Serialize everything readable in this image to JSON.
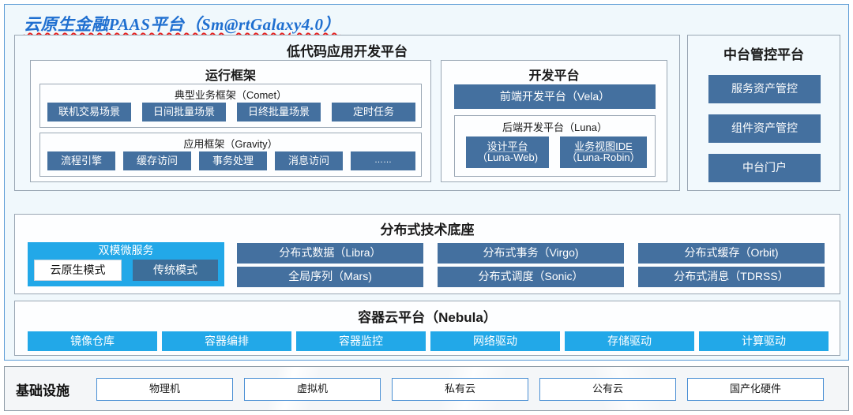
{
  "title": "云原生金融PAAS平台（Sm@rtGalaxy4.0）",
  "colors": {
    "accent_blue": "#44709f",
    "cyan": "#22a8e8",
    "steel": "#3d6e99",
    "frame_blue": "#5b9bd5",
    "title_blue": "#1f6fd0",
    "spellcheck_red": "#e8201f"
  },
  "lowcode": {
    "title": "低代码应用开发平台",
    "runtime": {
      "title": "运行框架",
      "comet": {
        "title": "典型业务框架（Comet）",
        "items": [
          {
            "label": "联机交易场景"
          },
          {
            "label": "日间批量场景"
          },
          {
            "label": "日终批量场景"
          },
          {
            "label": "定时任务"
          }
        ]
      },
      "gravity": {
        "title": "应用框架（Gravity）",
        "items": [
          {
            "label": "流程引擎"
          },
          {
            "label": "缓存访问"
          },
          {
            "label": "事务处理"
          },
          {
            "label": "消息访问"
          },
          {
            "label": "……"
          }
        ]
      }
    },
    "devplatform": {
      "title": "开发平台",
      "frontend": {
        "label": "前端开发平台（Vela）"
      },
      "backend": {
        "title": "后端开发平台（Luna）",
        "items": [
          {
            "line1": "设计平台",
            "line2": "（Luna-Web)"
          },
          {
            "line1": "业务视图IDE",
            "line2": "（Luna-Robin）"
          }
        ]
      }
    }
  },
  "midplatform": {
    "title": "中台管控平台",
    "items": [
      {
        "label": "服务资产管控"
      },
      {
        "label": "组件资产管控"
      },
      {
        "label": "中台门户"
      }
    ]
  },
  "distributed": {
    "title": "分布式技术底座",
    "dualmode": {
      "title": "双模微服务",
      "items": [
        {
          "label": "云原生模式",
          "style": "white"
        },
        {
          "label": "传统模式",
          "style": "steel"
        }
      ]
    },
    "grid": [
      {
        "label": "分布式数据（Libra）"
      },
      {
        "label": "分布式事务（Virgo)"
      },
      {
        "label": "分布式缓存（Orbit)"
      },
      {
        "label": "全局序列（Mars)"
      },
      {
        "label": "分布式调度（Sonic）"
      },
      {
        "label": "分布式消息（TDRSS）"
      }
    ]
  },
  "container": {
    "title": "容器云平台（Nebula）",
    "items": [
      {
        "label": "镜像仓库"
      },
      {
        "label": "容器编排"
      },
      {
        "label": "容器监控"
      },
      {
        "label": "网络驱动"
      },
      {
        "label": "存储驱动"
      },
      {
        "label": "计算驱动"
      }
    ]
  },
  "infrastructure": {
    "label": "基础设施",
    "items": [
      {
        "label": "物理机"
      },
      {
        "label": "虚拟机"
      },
      {
        "label": "私有云"
      },
      {
        "label": "公有云"
      },
      {
        "label": "国产化硬件"
      }
    ]
  }
}
